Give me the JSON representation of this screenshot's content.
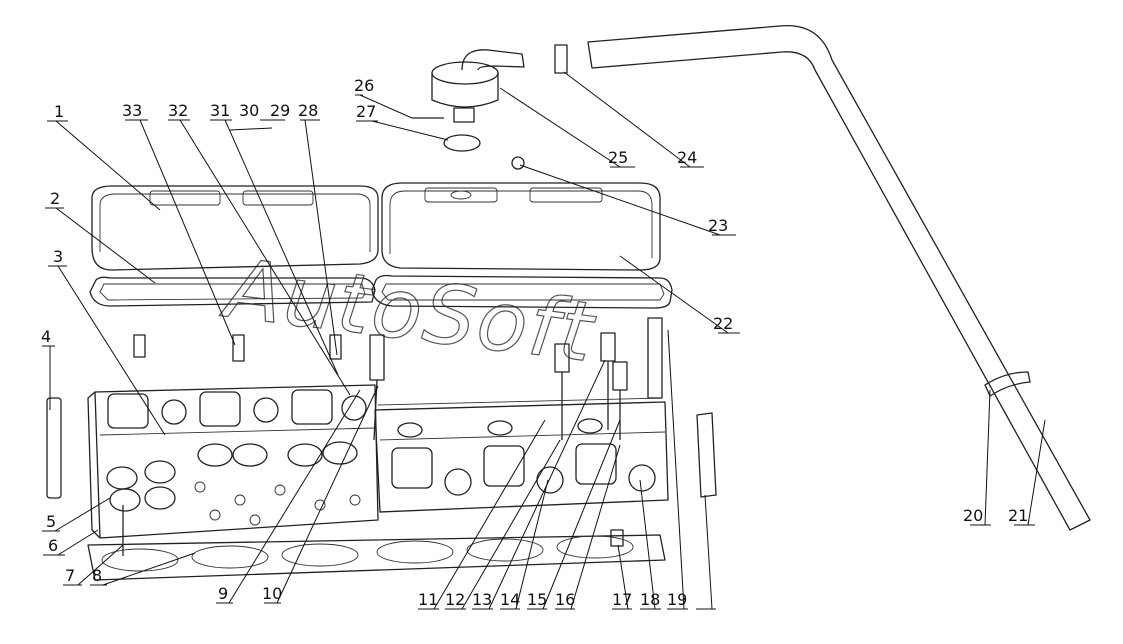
{
  "diagram": {
    "watermark": "AutoSoft",
    "callouts": [
      {
        "id": "1",
        "label": "1"
      },
      {
        "id": "2",
        "label": "2"
      },
      {
        "id": "3",
        "label": "3"
      },
      {
        "id": "4",
        "label": "4"
      },
      {
        "id": "5",
        "label": "5"
      },
      {
        "id": "6",
        "label": "6"
      },
      {
        "id": "7",
        "label": "7"
      },
      {
        "id": "8",
        "label": "8"
      },
      {
        "id": "9",
        "label": "9"
      },
      {
        "id": "10",
        "label": "10"
      },
      {
        "id": "11",
        "label": "11"
      },
      {
        "id": "12",
        "label": "12"
      },
      {
        "id": "13",
        "label": "13"
      },
      {
        "id": "14",
        "label": "14"
      },
      {
        "id": "15",
        "label": "15"
      },
      {
        "id": "16",
        "label": "16"
      },
      {
        "id": "17",
        "label": "17"
      },
      {
        "id": "18",
        "label": "18"
      },
      {
        "id": "19",
        "label": "19"
      },
      {
        "id": "20",
        "label": "20"
      },
      {
        "id": "21",
        "label": "21"
      },
      {
        "id": "22",
        "label": "22"
      },
      {
        "id": "23",
        "label": "23"
      },
      {
        "id": "24",
        "label": "24"
      },
      {
        "id": "25",
        "label": "25"
      },
      {
        "id": "26",
        "label": "26"
      },
      {
        "id": "27",
        "label": "27"
      },
      {
        "id": "28",
        "label": "28"
      },
      {
        "id": "29",
        "label": "29"
      },
      {
        "id": "30",
        "label": "30"
      },
      {
        "id": "31",
        "label": "31"
      },
      {
        "id": "32",
        "label": "32"
      },
      {
        "id": "33",
        "label": "33"
      }
    ]
  }
}
